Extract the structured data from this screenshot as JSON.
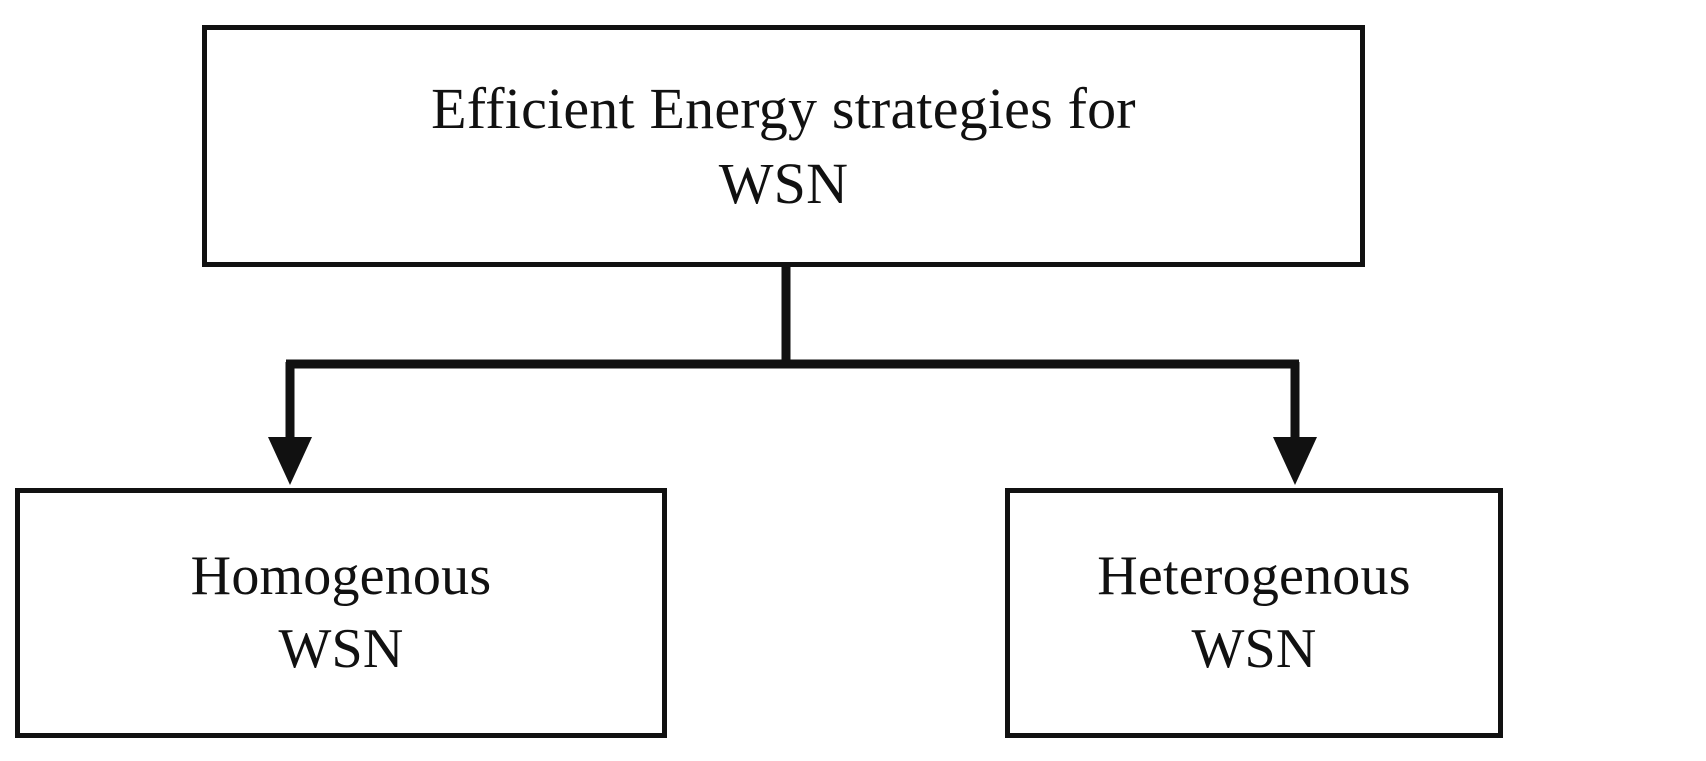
{
  "diagram": {
    "title": "Efficient Energy strategies for WSN taxonomy",
    "background_color": "#ffffff",
    "line_color": "#111111",
    "text_color": "#111111",
    "nodes": {
      "root": {
        "id": "root",
        "label": "Efficient Energy strategies for\nWSN",
        "line1": "Efficient Energy strategies for",
        "line2": "WSN"
      },
      "left_leaf": {
        "id": "homogenous",
        "label": "Homogenous\nWSN",
        "line1": "Homogenous",
        "line2": "WSN"
      },
      "right_leaf": {
        "id": "heterogenous",
        "label": "Heterogenous\nWSN",
        "line1": "Heterogenous",
        "line2": "WSN"
      }
    },
    "edges": [
      {
        "from": "root",
        "to": "homogenous",
        "style": "orthogonal-arrow"
      },
      {
        "from": "root",
        "to": "heterogenous",
        "style": "orthogonal-arrow"
      }
    ]
  }
}
